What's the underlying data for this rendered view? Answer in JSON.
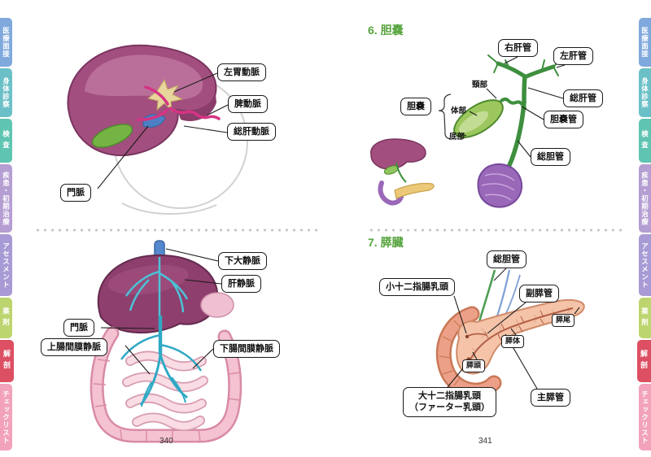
{
  "meta": {
    "heading_color": "#55a33c"
  },
  "sidebar": {
    "tabs": [
      {
        "label": "医療面接",
        "color": "#7fa8dc",
        "active": false
      },
      {
        "label": "身体診察",
        "color": "#6ac0c6",
        "active": false
      },
      {
        "label": "検査",
        "color": "#5fc4b2",
        "active": false
      },
      {
        "label": "疾患・初期治療",
        "color": "#b59ed2",
        "active": false
      },
      {
        "label": "アセスメント",
        "color": "#a89ad4",
        "active": false
      },
      {
        "label": "薬剤",
        "color": "#bdd56f",
        "active": false
      },
      {
        "label": "解剖",
        "color": "#dd4f63",
        "active": true
      },
      {
        "label": "チェックリスト",
        "color": "#f2a3bb",
        "active": false
      }
    ]
  },
  "page340": {
    "page_number": "340",
    "fig_hepatic_arteries": {
      "labels": {
        "left_gastric": "左胃動脈",
        "splenic": "脾動脈",
        "common_hepatic": "総肝動脈",
        "portal": "門脈"
      }
    },
    "fig_portal_system": {
      "labels": {
        "ivc": "下大静脈",
        "hepatic_vein": "肝静脈",
        "portal": "門脈",
        "smv": "上腸間膜静脈",
        "imv": "下腸間膜静脈"
      }
    }
  },
  "page341": {
    "page_number": "341",
    "section_gallbladder": {
      "heading": "6. 胆嚢",
      "labels": {
        "right_hepatic_duct": "右肝管",
        "left_hepatic_duct": "左肝管",
        "neck": "頸部",
        "common_hepatic_duct": "総肝管",
        "gallbladder": "胆嚢",
        "body": "体部",
        "cystic_duct": "胆嚢管",
        "fundus": "底部",
        "common_bile_duct": "総胆管"
      }
    },
    "section_pancreas": {
      "heading": "7. 膵臓",
      "labels": {
        "common_bile_duct": "総胆管",
        "minor_papilla": "小十二指腸乳頭",
        "accessory_duct": "副膵管",
        "tail": "膵尾",
        "body": "膵体",
        "head": "膵頭",
        "major_papilla": "大十二指腸乳頭\n（ファーター乳頭）",
        "main_duct": "主膵管"
      }
    }
  }
}
